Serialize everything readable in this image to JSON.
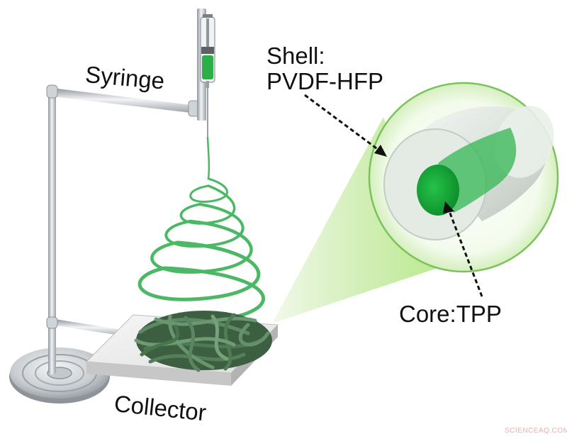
{
  "labels": {
    "syringe": "Syringe",
    "shell_line1": "Shell:",
    "shell_line2": "PVDF-HFP",
    "core": "Core:TPP",
    "collector": "Collector"
  },
  "watermark": "SCIENCEAQ.COM",
  "colors": {
    "fiber_green": "#4cb866",
    "core_green": "#1fae3c",
    "fiber_mat": "#3f6a45",
    "metal": "#c9ced3",
    "collector_plate": "#ececec",
    "beam": "#b6e48c",
    "magnifier_ring": "#7cc25a"
  }
}
